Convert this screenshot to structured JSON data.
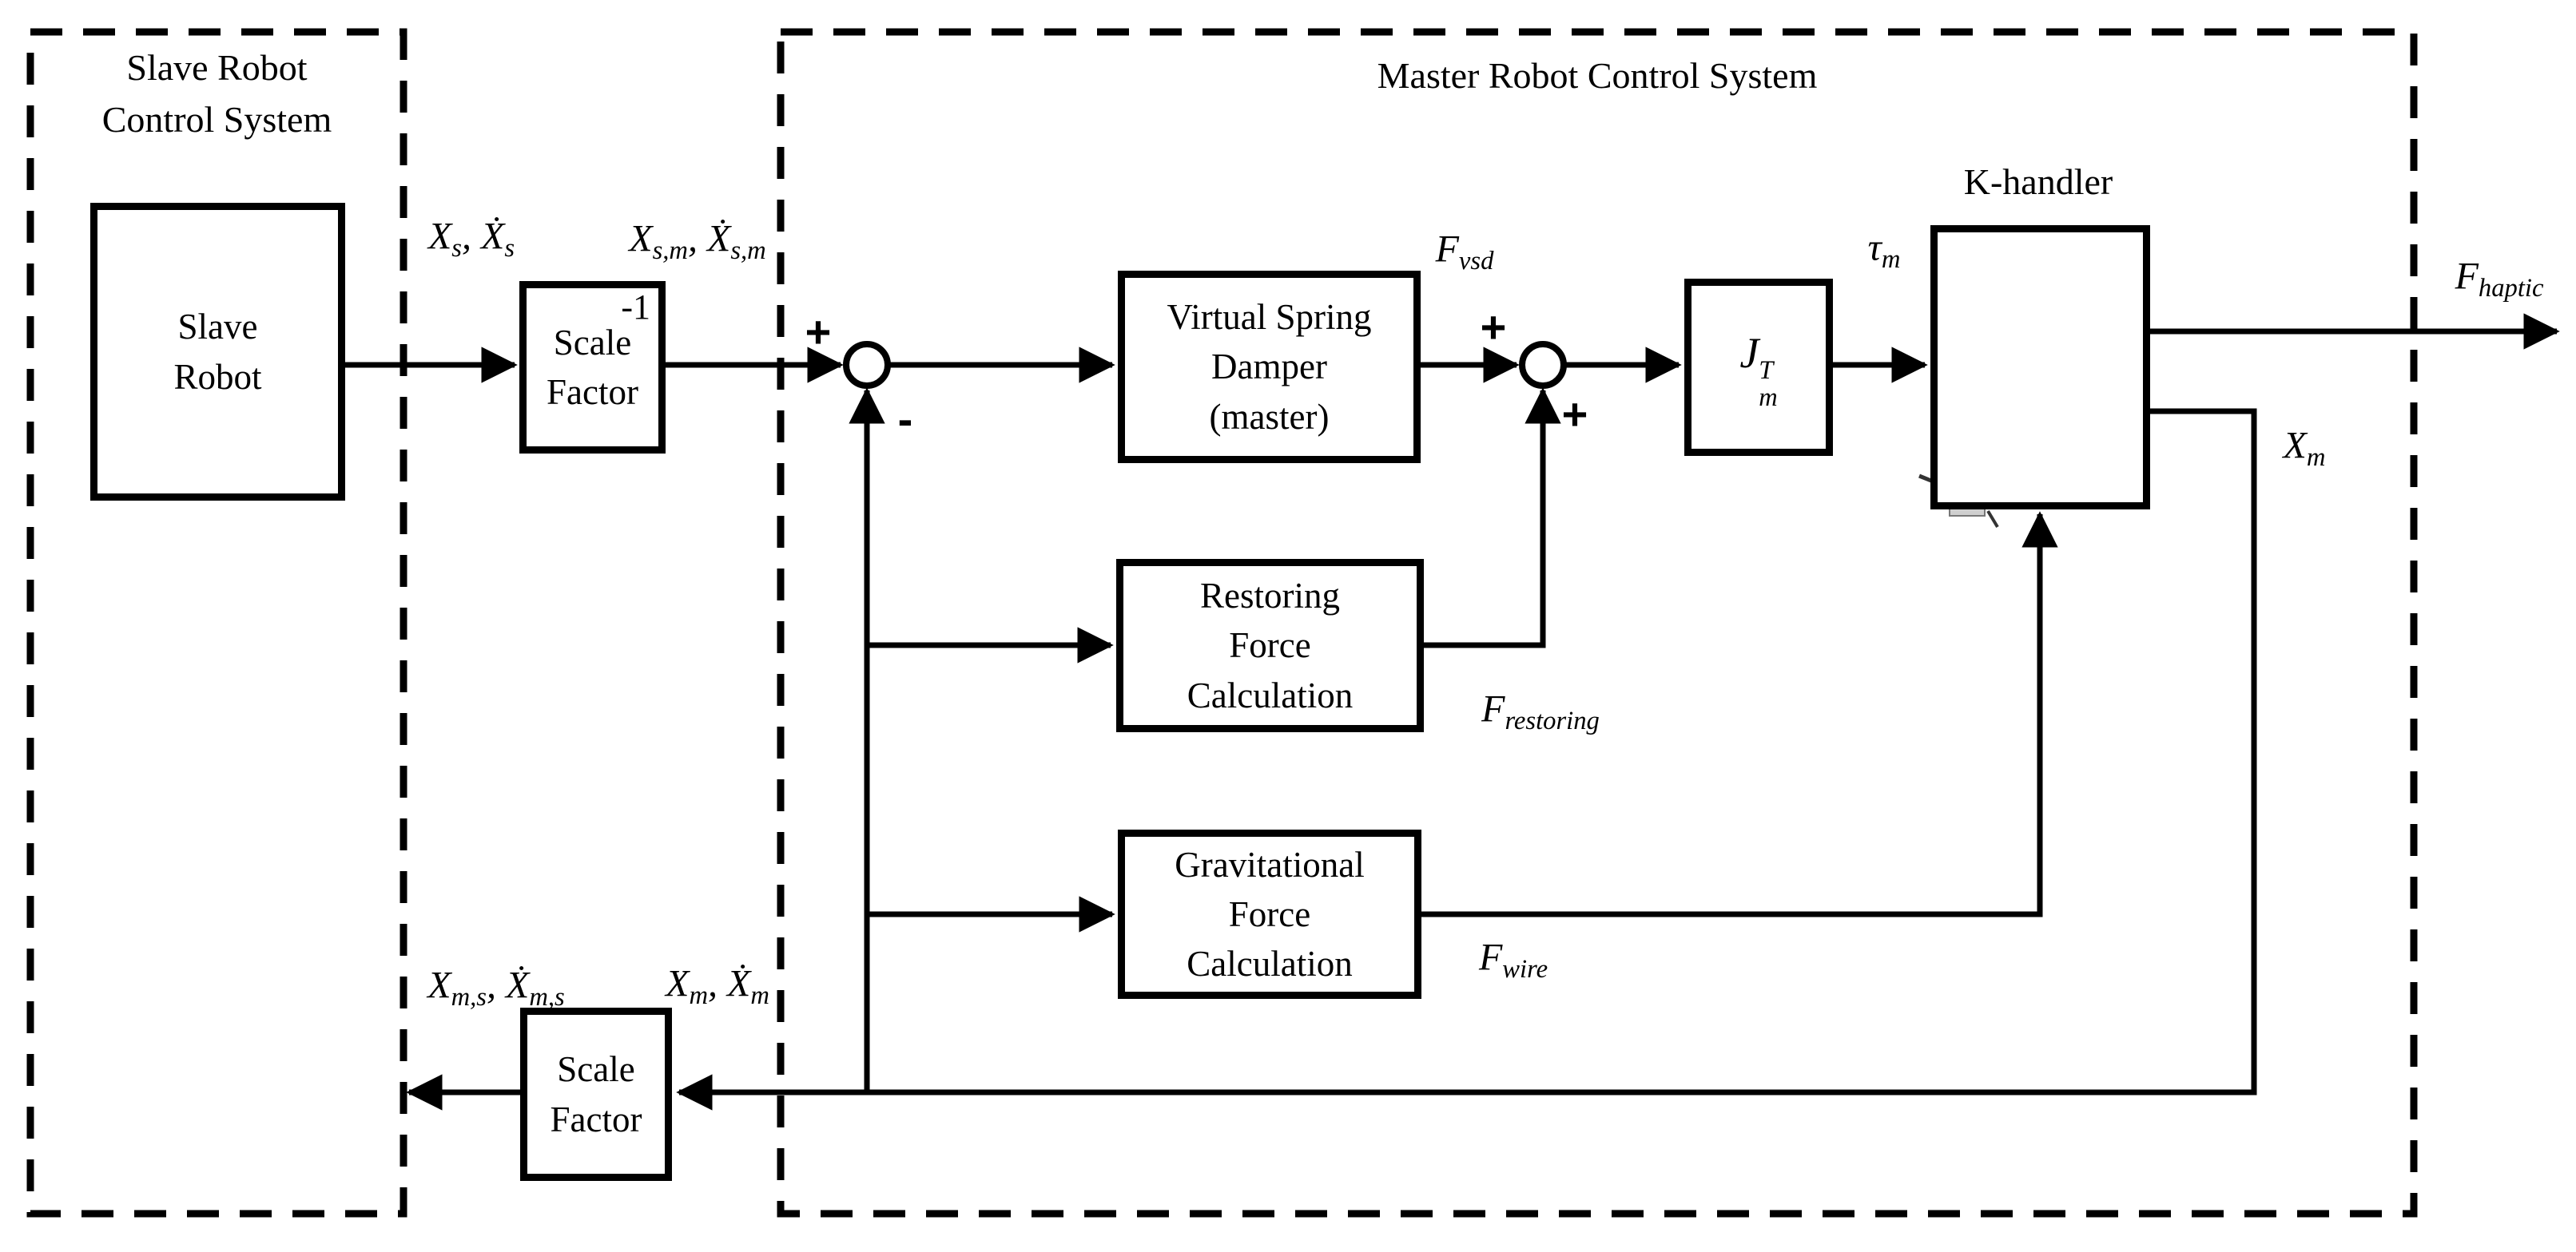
{
  "diagram": {
    "slave_system": {
      "title_html": "Slave Robot<br>Control System"
    },
    "master_system": {
      "title": "Master Robot Control System"
    },
    "blocks": {
      "slave_robot": {
        "label_html": "Slave<br>Robot"
      },
      "scale_factor_top": {
        "label_html": "Scale<br>Factor",
        "exponent": "-1"
      },
      "virtual_spring_damper": {
        "label_html": "Virtual Spring<br>Damper<br>(master)"
      },
      "jacobian": {
        "base": "J",
        "sup": "T",
        "sub": "m"
      },
      "k_handler": {
        "label": "K-handler"
      },
      "restoring_force": {
        "label_html": "Restoring<br>Force<br>Calculation"
      },
      "gravitational_force": {
        "label_html": "Gravitational<br>Force<br>Calculation"
      },
      "scale_factor_bottom": {
        "label_html": "Scale<br>Factor"
      }
    },
    "signals": {
      "xs": "X<sub>s</sub>, X&#775;<sub>s</sub>",
      "xsm": "X<sub>s,m</sub>, X&#775;<sub>s,m</sub>",
      "fvsd": "F<sub>vsd</sub>",
      "tau_m": "&#964;<sub>m</sub>",
      "fhaptic": "F<sub>haptic</sub>",
      "xm": "X<sub>m</sub>",
      "frestoring": "F<sub>restoring</sub>",
      "fwire": "F<sub>wire</sub>",
      "xms": "X<sub>m,s</sub>, X&#775;<sub>m,s</sub>",
      "xm_dot": "X<sub>m</sub>, X&#775;<sub>m</sub>"
    },
    "signs": {
      "junction1_plus": "+",
      "junction1_minus": "-",
      "junction2_plus_left": "+",
      "junction2_plus_bottom": "+"
    },
    "colors": {
      "line": "#000000",
      "background": "#ffffff",
      "robot_joint": "#c8c097",
      "robot_rod": "#111111",
      "robot_handle": "#3c3c3c",
      "robot_dot_yellow": "#e2c41c",
      "robot_dot_red": "#c03030",
      "robot_dot_blue": "#3a5fa0"
    }
  }
}
